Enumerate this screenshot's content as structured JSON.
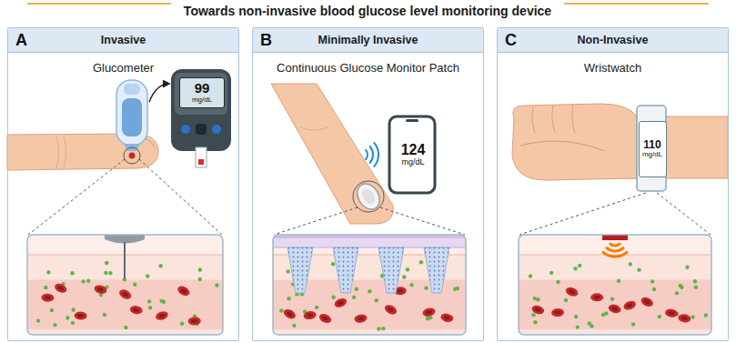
{
  "diagram": {
    "title": "Towards non-invasive blood glucose level monitoring device",
    "nodes": [
      {
        "text": [
          "A",
          "Invasive",
          "Glucometer"
        ]
      },
      {
        "text": [
          "99",
          "mg/dL"
        ],
        "in": 0
      },
      {
        "text": [
          "B",
          "Minimally Invasive",
          "Continuous Glucose Monitor Patch"
        ]
      },
      {
        "text": [
          "124",
          "mg/dL"
        ],
        "in": 2
      },
      {
        "text": [
          "C",
          "Non-Invasive",
          "Wristwatch"
        ]
      },
      {
        "text": [
          "110",
          "mg/dL"
        ],
        "in": 4
      }
    ]
  }
}
